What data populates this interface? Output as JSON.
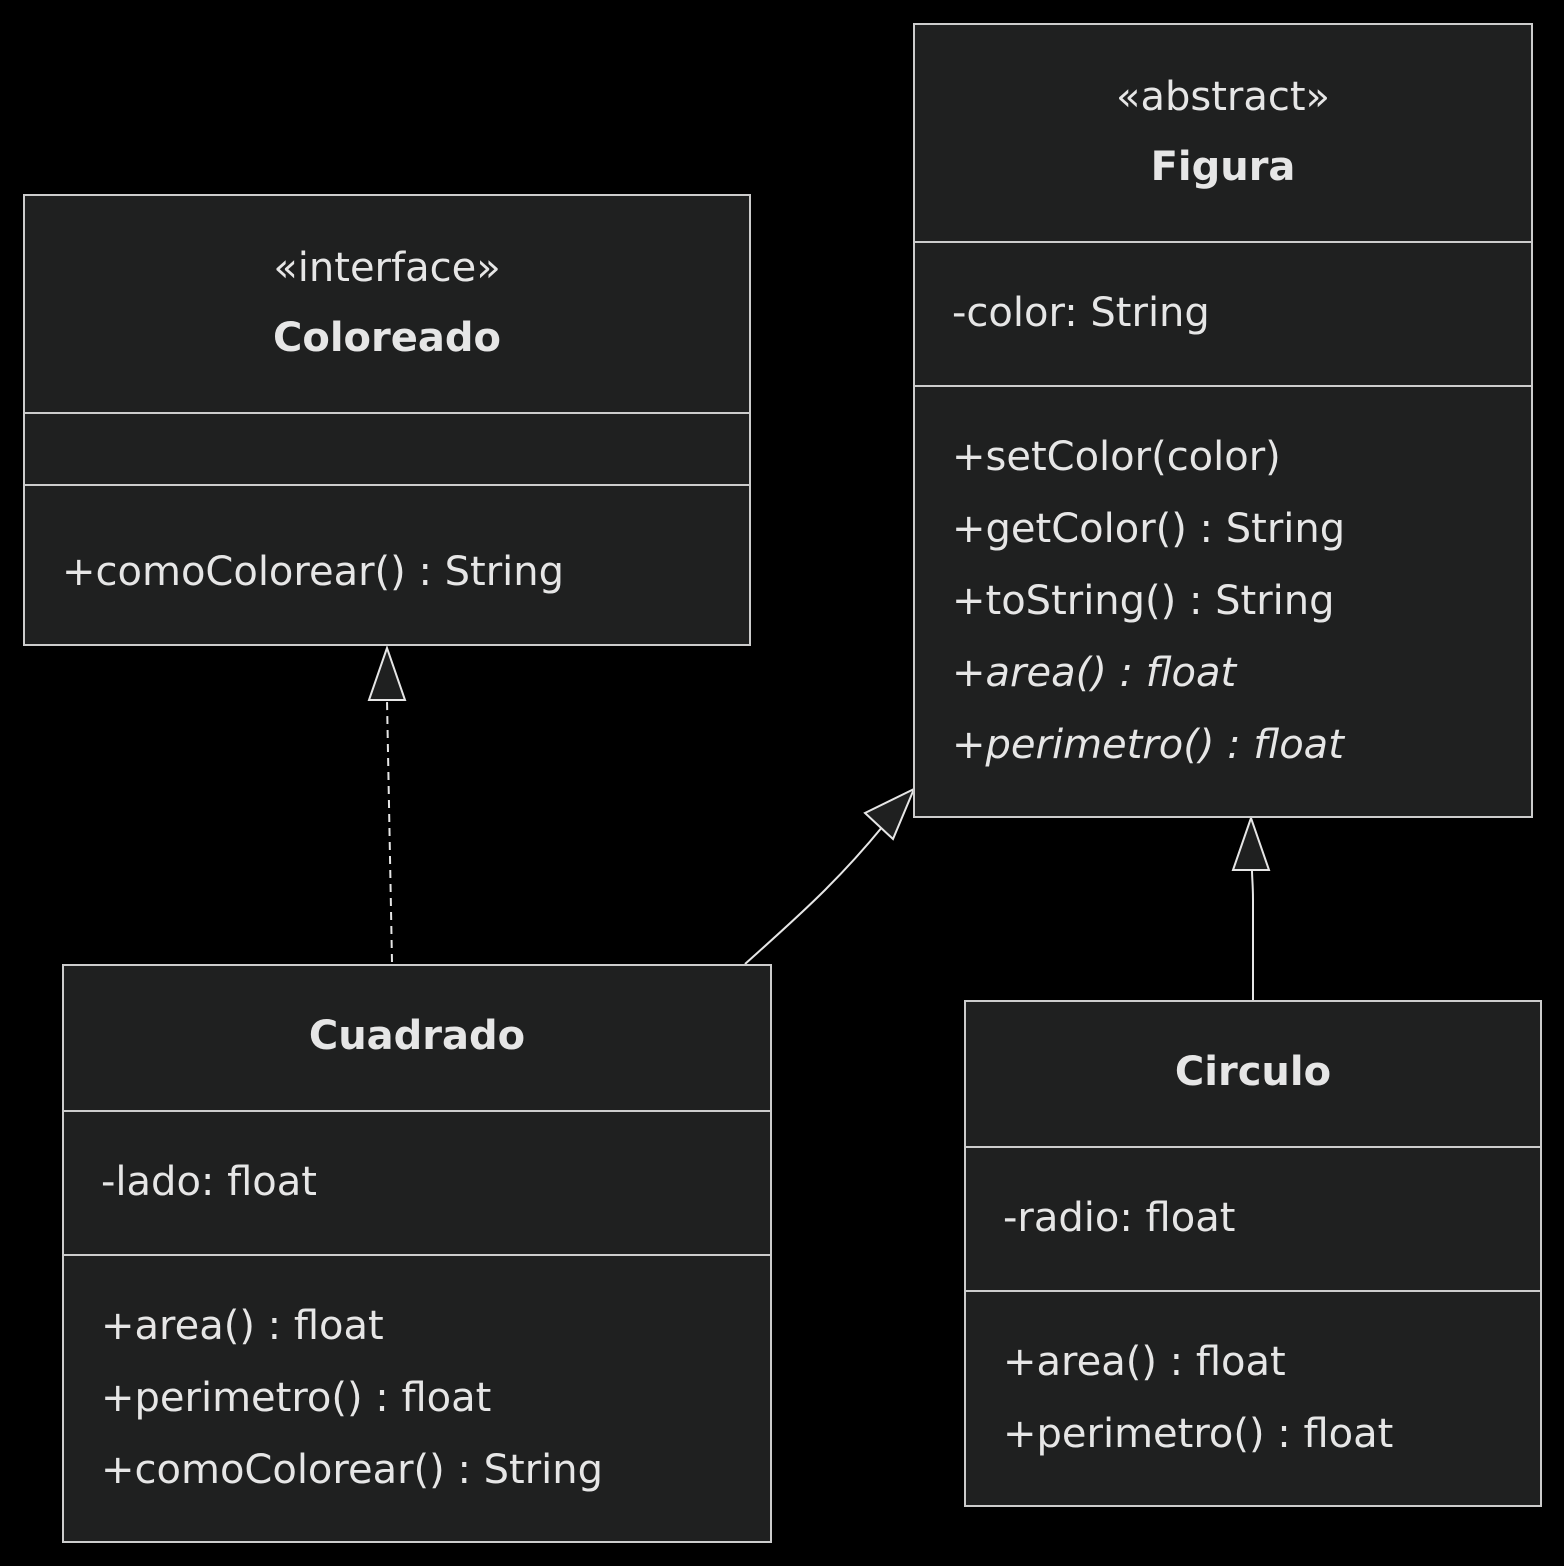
{
  "classes": {
    "coloreado": {
      "stereotype": "«interface»",
      "name": "Coloreado",
      "attributes": [],
      "methods": [
        "+comoColorear() : String"
      ]
    },
    "figura": {
      "stereotype": "«abstract»",
      "name": "Figura",
      "attributes": [
        "-color: String"
      ],
      "methods": [
        "+setColor(color)",
        "+getColor() : String",
        "+toString() : String",
        "+area() : float",
        "+perimetro() : float"
      ]
    },
    "cuadrado": {
      "name": "Cuadrado",
      "attributes": [
        "-lado: float"
      ],
      "methods": [
        "+area() : float",
        "+perimetro() : float",
        "+comoColorear() : String"
      ]
    },
    "circulo": {
      "name": "Circulo",
      "attributes": [
        "-radio: float"
      ],
      "methods": [
        "+area() : float",
        "+perimetro() : float"
      ]
    }
  },
  "relations": [
    {
      "from": "Cuadrado",
      "to": "Coloreado",
      "type": "realization"
    },
    {
      "from": "Cuadrado",
      "to": "Figura",
      "type": "inheritance"
    },
    {
      "from": "Circulo",
      "to": "Figura",
      "type": "inheritance"
    }
  ],
  "colors": {
    "background": "#000000",
    "box_fill": "#1f2020",
    "stroke": "#cccccc",
    "text": "#e6e6e6"
  }
}
